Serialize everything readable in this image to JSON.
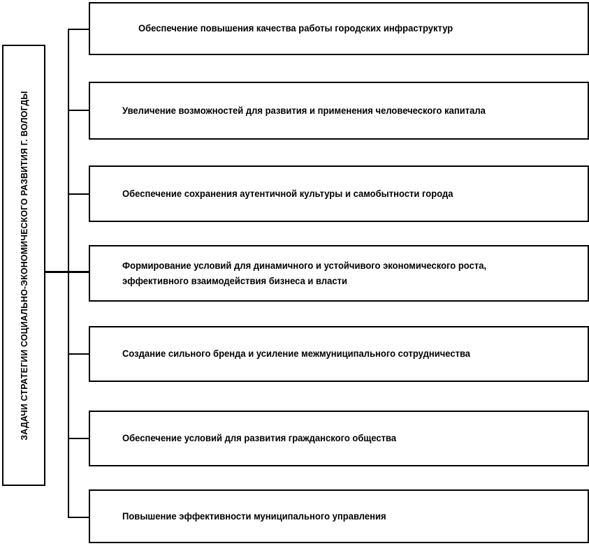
{
  "diagram": {
    "title": "Задачи стратегии социально-экономического развития г. Вологды",
    "root": {
      "label": "ЗАДАЧИ СТРАТЕГИИ СОЦИАЛЬНО-ЭКОНОМИЧЕСКОГО РАЗВИТИЯ Г. ВОЛОГДЫ"
    },
    "tasks": [
      {
        "label": "Обеспечение повышения качества работы городских инфраструктур"
      },
      {
        "label": "Увеличение возможностей для развития и применения человеческого капитала"
      },
      {
        "label": "Обеспечение сохранения аутентичной культуры и самобытности города"
      },
      {
        "label": "Формирование условий для динамичного и устойчивого экономического роста,\nэффективного взаимодействия бизнеса и власти"
      },
      {
        "label": "Создание сильного бренда и усиление межмуниципального сотрудничества"
      },
      {
        "label": "Обеспечение условий для развития гражданского общества"
      },
      {
        "label": "Повышение эффективности муниципального управления"
      }
    ],
    "colors": {
      "border": "#000000",
      "background": "#ffffff",
      "text": "#000000"
    }
  }
}
